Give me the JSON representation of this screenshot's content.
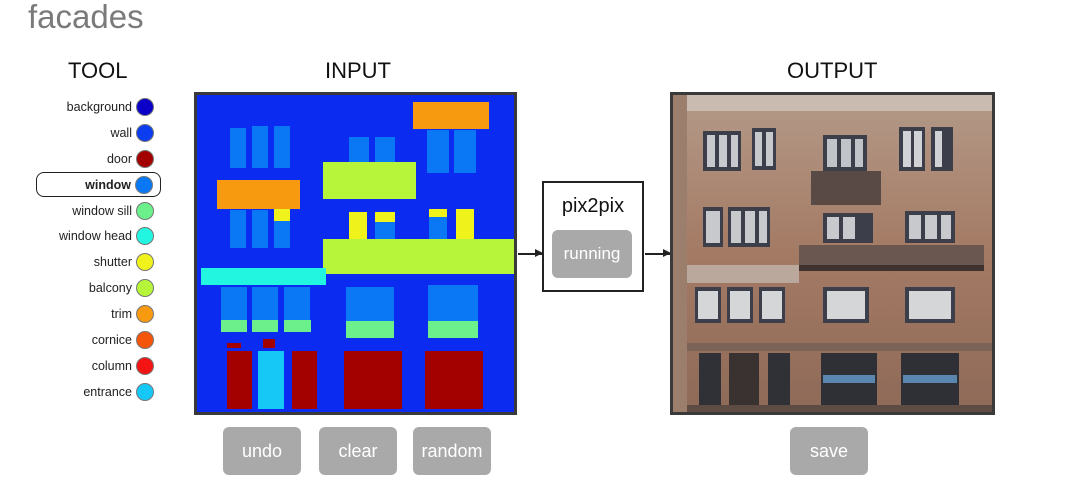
{
  "app_title": "facades",
  "labels": {
    "tool": "TOOL",
    "input": "INPUT",
    "output": "OUTPUT"
  },
  "tools": [
    {
      "label": "background",
      "color": "#0a00c8"
    },
    {
      "label": "wall",
      "color": "#0d3df0"
    },
    {
      "label": "door",
      "color": "#a30000"
    },
    {
      "label": "window",
      "color": "#0a78f5",
      "selected": true
    },
    {
      "label": "window sill",
      "color": "#6cf08c"
    },
    {
      "label": "window head",
      "color": "#22f5e0"
    },
    {
      "label": "shutter",
      "color": "#f0f21c"
    },
    {
      "label": "balcony",
      "color": "#b6f53a"
    },
    {
      "label": "trim",
      "color": "#f79a10"
    },
    {
      "label": "cornice",
      "color": "#f5550a"
    },
    {
      "label": "column",
      "color": "#f51414"
    },
    {
      "label": "entrance",
      "color": "#16c8f5"
    }
  ],
  "model": {
    "name": "pix2pix",
    "status": "running"
  },
  "buttons": {
    "undo": "undo",
    "clear": "clear",
    "random": "random",
    "save": "save"
  }
}
